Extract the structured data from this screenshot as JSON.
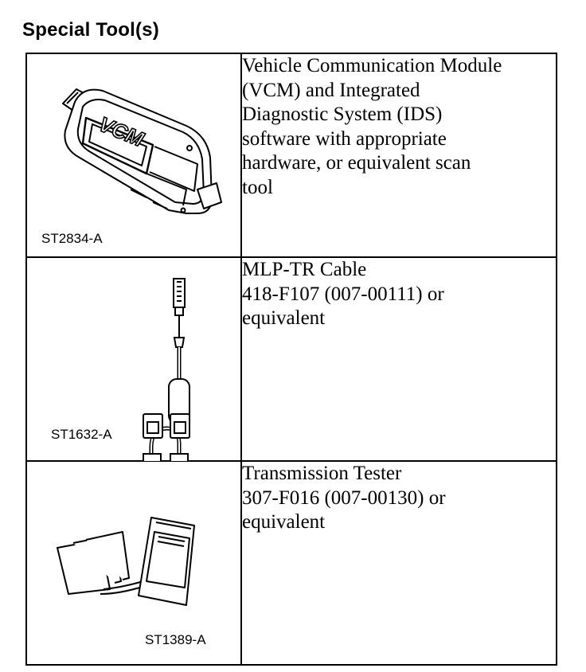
{
  "heading": "Special Tool(s)",
  "tools": [
    {
      "illustration": "vcm-module-illustration",
      "caption": "ST2834-A",
      "description_lines": [
        "Vehicle Communication Module",
        "(VCM) and Integrated",
        "Diagnostic System (IDS)",
        "software with appropriate",
        "hardware, or equivalent scan",
        "tool"
      ],
      "device_label": "VCM"
    },
    {
      "illustration": "mlp-tr-cable-illustration",
      "caption": "ST1632-A",
      "description_lines": [
        "MLP-TR Cable",
        "418-F107 (007-00111) or",
        "equivalent"
      ]
    },
    {
      "illustration": "transmission-tester-illustration",
      "caption": "ST1389-A",
      "description_lines": [
        "Transmission Tester",
        "307-F016 (007-00130) or",
        "equivalent"
      ]
    }
  ]
}
